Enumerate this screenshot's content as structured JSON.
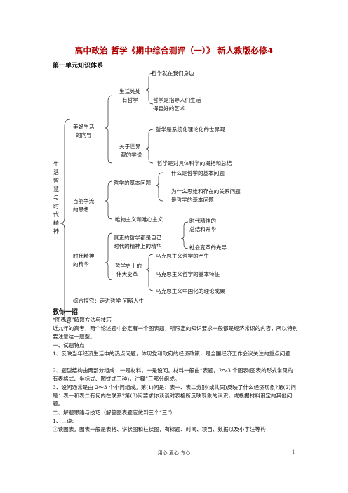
{
  "title": "高中政治  哲学《期中综合测评（一）》 新人教版必修4",
  "unit_heading": "第一单元知识体系",
  "tree": {
    "root": "生活智慧与时代精神",
    "n1": "哲学就在我们身边",
    "n2a": "生活处处",
    "n2b": "有哲学",
    "n3a": "哲学是指导人们生活",
    "n3b": "得更好的艺术",
    "b1a": "美好生活",
    "b1b": "的向导",
    "n4": "哲学是系统化理论化的世界观",
    "n5a": "关于世界",
    "n5b": "观的学说",
    "n6": "哲学是对具体科学的概括和总结",
    "n7": "什么是哲学的基本问题",
    "n8": "哲学的基本问题",
    "n9a": "为什么思维和存在的关系问题",
    "n9b": "是哲学的基本问题",
    "b2a": "百舸争流",
    "b2b": "的思想",
    "n10": "唯物主义和唯心主义",
    "n11a": "时代精神的",
    "n11b": "总结和升华",
    "n12a": "真正的哲学都是自己",
    "n12b": "时代的精神上的精华",
    "n13": "社会变革的先导",
    "b3a": "时代精神",
    "b3b": "的精华",
    "n14": "马克思主义哲学的产生",
    "n15a": "哲学史上的",
    "n15b": "伟大变革",
    "n16": "马克思主义哲学的基本特征",
    "n17": "马克思主义中国化的理论成果",
    "b4": "综合探究：走进哲学    问辩人生"
  },
  "teach_heading": "教你一招",
  "paragraphs": [
    "“图表题”解题方法与技巧",
    "近九年的高考，两个论述题中必定有一个图表题，所限定的知识要求一般都是经济常识的内容，所以特别要注意这一题型。",
    "一、试题特点",
    "1、反映当年经济生活中的热点问题，体现党和政府的经济政策，是全国经济工作会议关注的重点问题",
    "2、题型结构由两部分组成：一是材料，一是设问。材料一般由“表题，2～3 个图表(图表的形式常见的有表格式、坐标式、图饼式三种)，注释”三部分组成。",
    "3、设问通常是由 2～3 个小问组成。第(1)问是：表一、表二分别(或共同)反映了什么经济现象?第(2)问是：表一和表二有何内在联系?第(3)问要求你谈谈对表格所反映现象的认识，或根据材料设定的其他问题。",
    "二、解题思路与技巧（解答图表题应做到三个“三”）",
    "1、三读:",
    "①读图表。图表一般是表格、饼状图和柱状图，有标题、时间、项目、数据以及小字注等构"
  ],
  "footer": "用心    爱心    专心",
  "page_number": "1"
}
